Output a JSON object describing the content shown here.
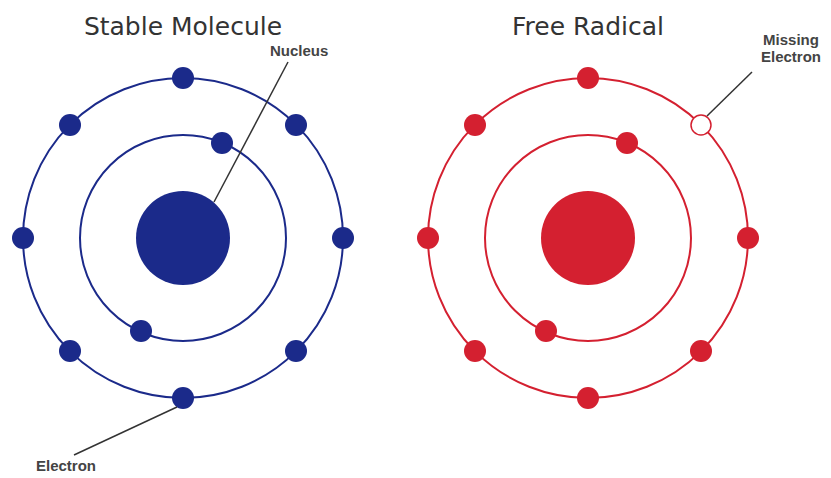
{
  "diagram": {
    "labels": [
      "Stable Molecule",
      "Free Radical",
      "Nucleus",
      "Missing Electron",
      "Electron"
    ]
  }
}
